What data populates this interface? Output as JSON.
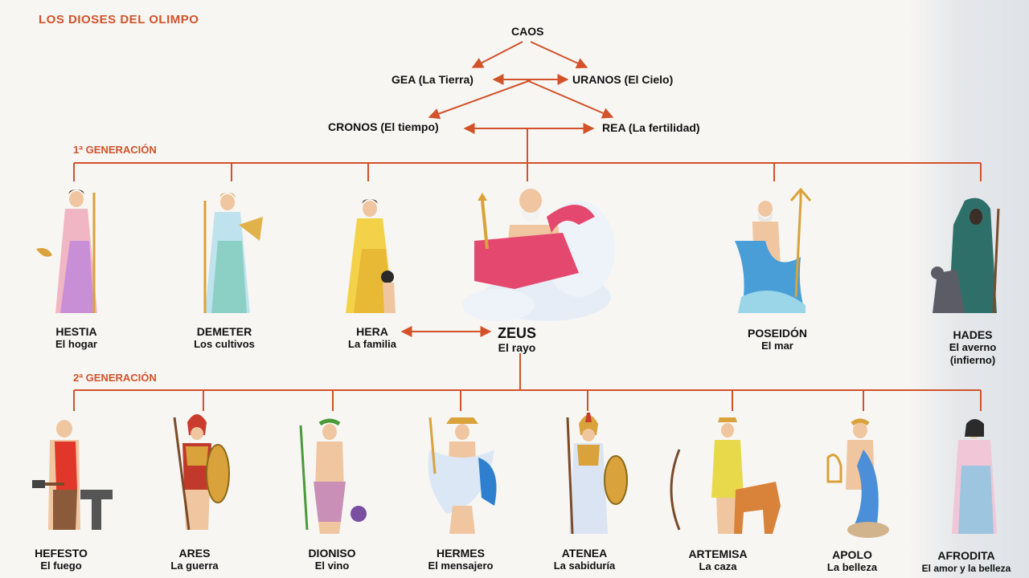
{
  "title": "LOS DIOSES DEL OLIMPO",
  "colors": {
    "accent": "#d2522a",
    "line": "#d2522a",
    "text": "#111111"
  },
  "ancestors": {
    "caos": "CAOS",
    "gea": "GEA (La Tierra)",
    "uranos": "URANOS (El Cielo)",
    "cronos": "CRONOS  (El tiempo)",
    "rea": "REA (La fertilidad)"
  },
  "generation1": {
    "label": "1ª GENERACIÓN",
    "gods": [
      {
        "id": "hestia",
        "name": "HESTIA",
        "domain": "El hogar"
      },
      {
        "id": "demeter",
        "name": "DEMETER",
        "domain": "Los cultivos"
      },
      {
        "id": "hera",
        "name": "HERA",
        "domain": "La familia"
      },
      {
        "id": "zeus",
        "name": "ZEUS",
        "domain": "El rayo"
      },
      {
        "id": "poseidon",
        "name": "POSEIDÓN",
        "domain": "El mar"
      },
      {
        "id": "hades",
        "name": "HADES",
        "domain": "El averno",
        "domain2": "(infierno)"
      }
    ]
  },
  "generation2": {
    "label": "2ª GENERACIÓN",
    "gods": [
      {
        "id": "hefesto",
        "name": "HEFESTO",
        "domain": "El fuego"
      },
      {
        "id": "ares",
        "name": "ARES",
        "domain": "La guerra"
      },
      {
        "id": "dioniso",
        "name": "DIONISO",
        "domain": "El vino"
      },
      {
        "id": "hermes",
        "name": "HERMES",
        "domain": "El mensajero"
      },
      {
        "id": "atenea",
        "name": "ATENEA",
        "domain": "La sabiduría"
      },
      {
        "id": "artemisa",
        "name": "ARTEMISA",
        "domain": "La caza"
      },
      {
        "id": "apolo",
        "name": "APOLO",
        "domain": "La belleza"
      },
      {
        "id": "afrodita",
        "name": "AFRODITA",
        "domain": "El amor y la belleza"
      }
    ]
  }
}
